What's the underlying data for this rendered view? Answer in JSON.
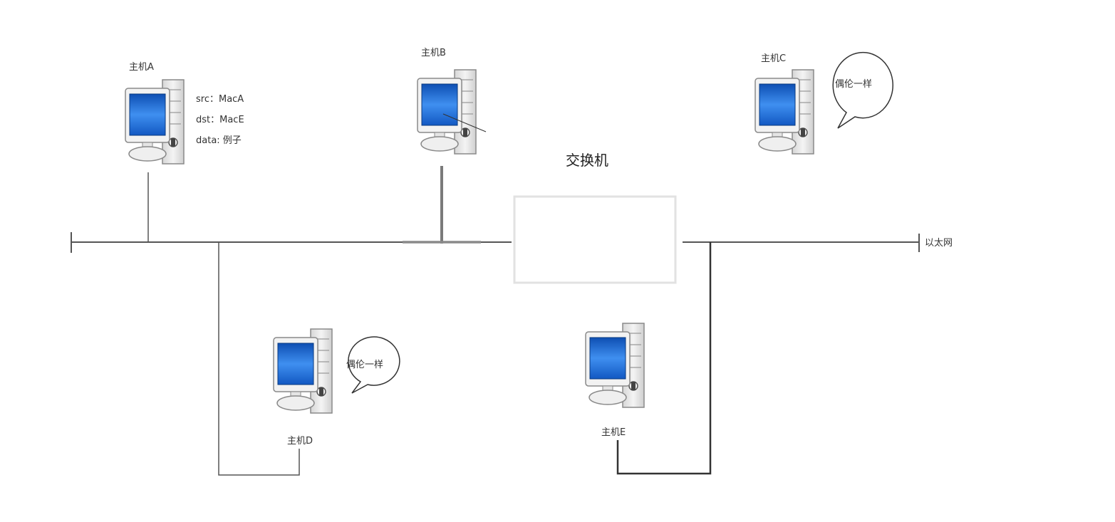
{
  "switch": {
    "label": "交换机"
  },
  "network": {
    "label": "以太网"
  },
  "hosts": {
    "a": {
      "label": "主机A"
    },
    "b": {
      "label": "主机B"
    },
    "c": {
      "label": "主机C"
    },
    "d": {
      "label": "主机D"
    },
    "e": {
      "label": "主机E"
    }
  },
  "frame": {
    "src": "src：MacA",
    "dst": "dst：MacE",
    "data": "data: 例子"
  },
  "bubbles": {
    "c": "偶伦一样",
    "d": "偶伦一样"
  },
  "colors": {
    "screen": "#1f6fd6",
    "case": "#e9e9e9",
    "line": "#555555"
  }
}
